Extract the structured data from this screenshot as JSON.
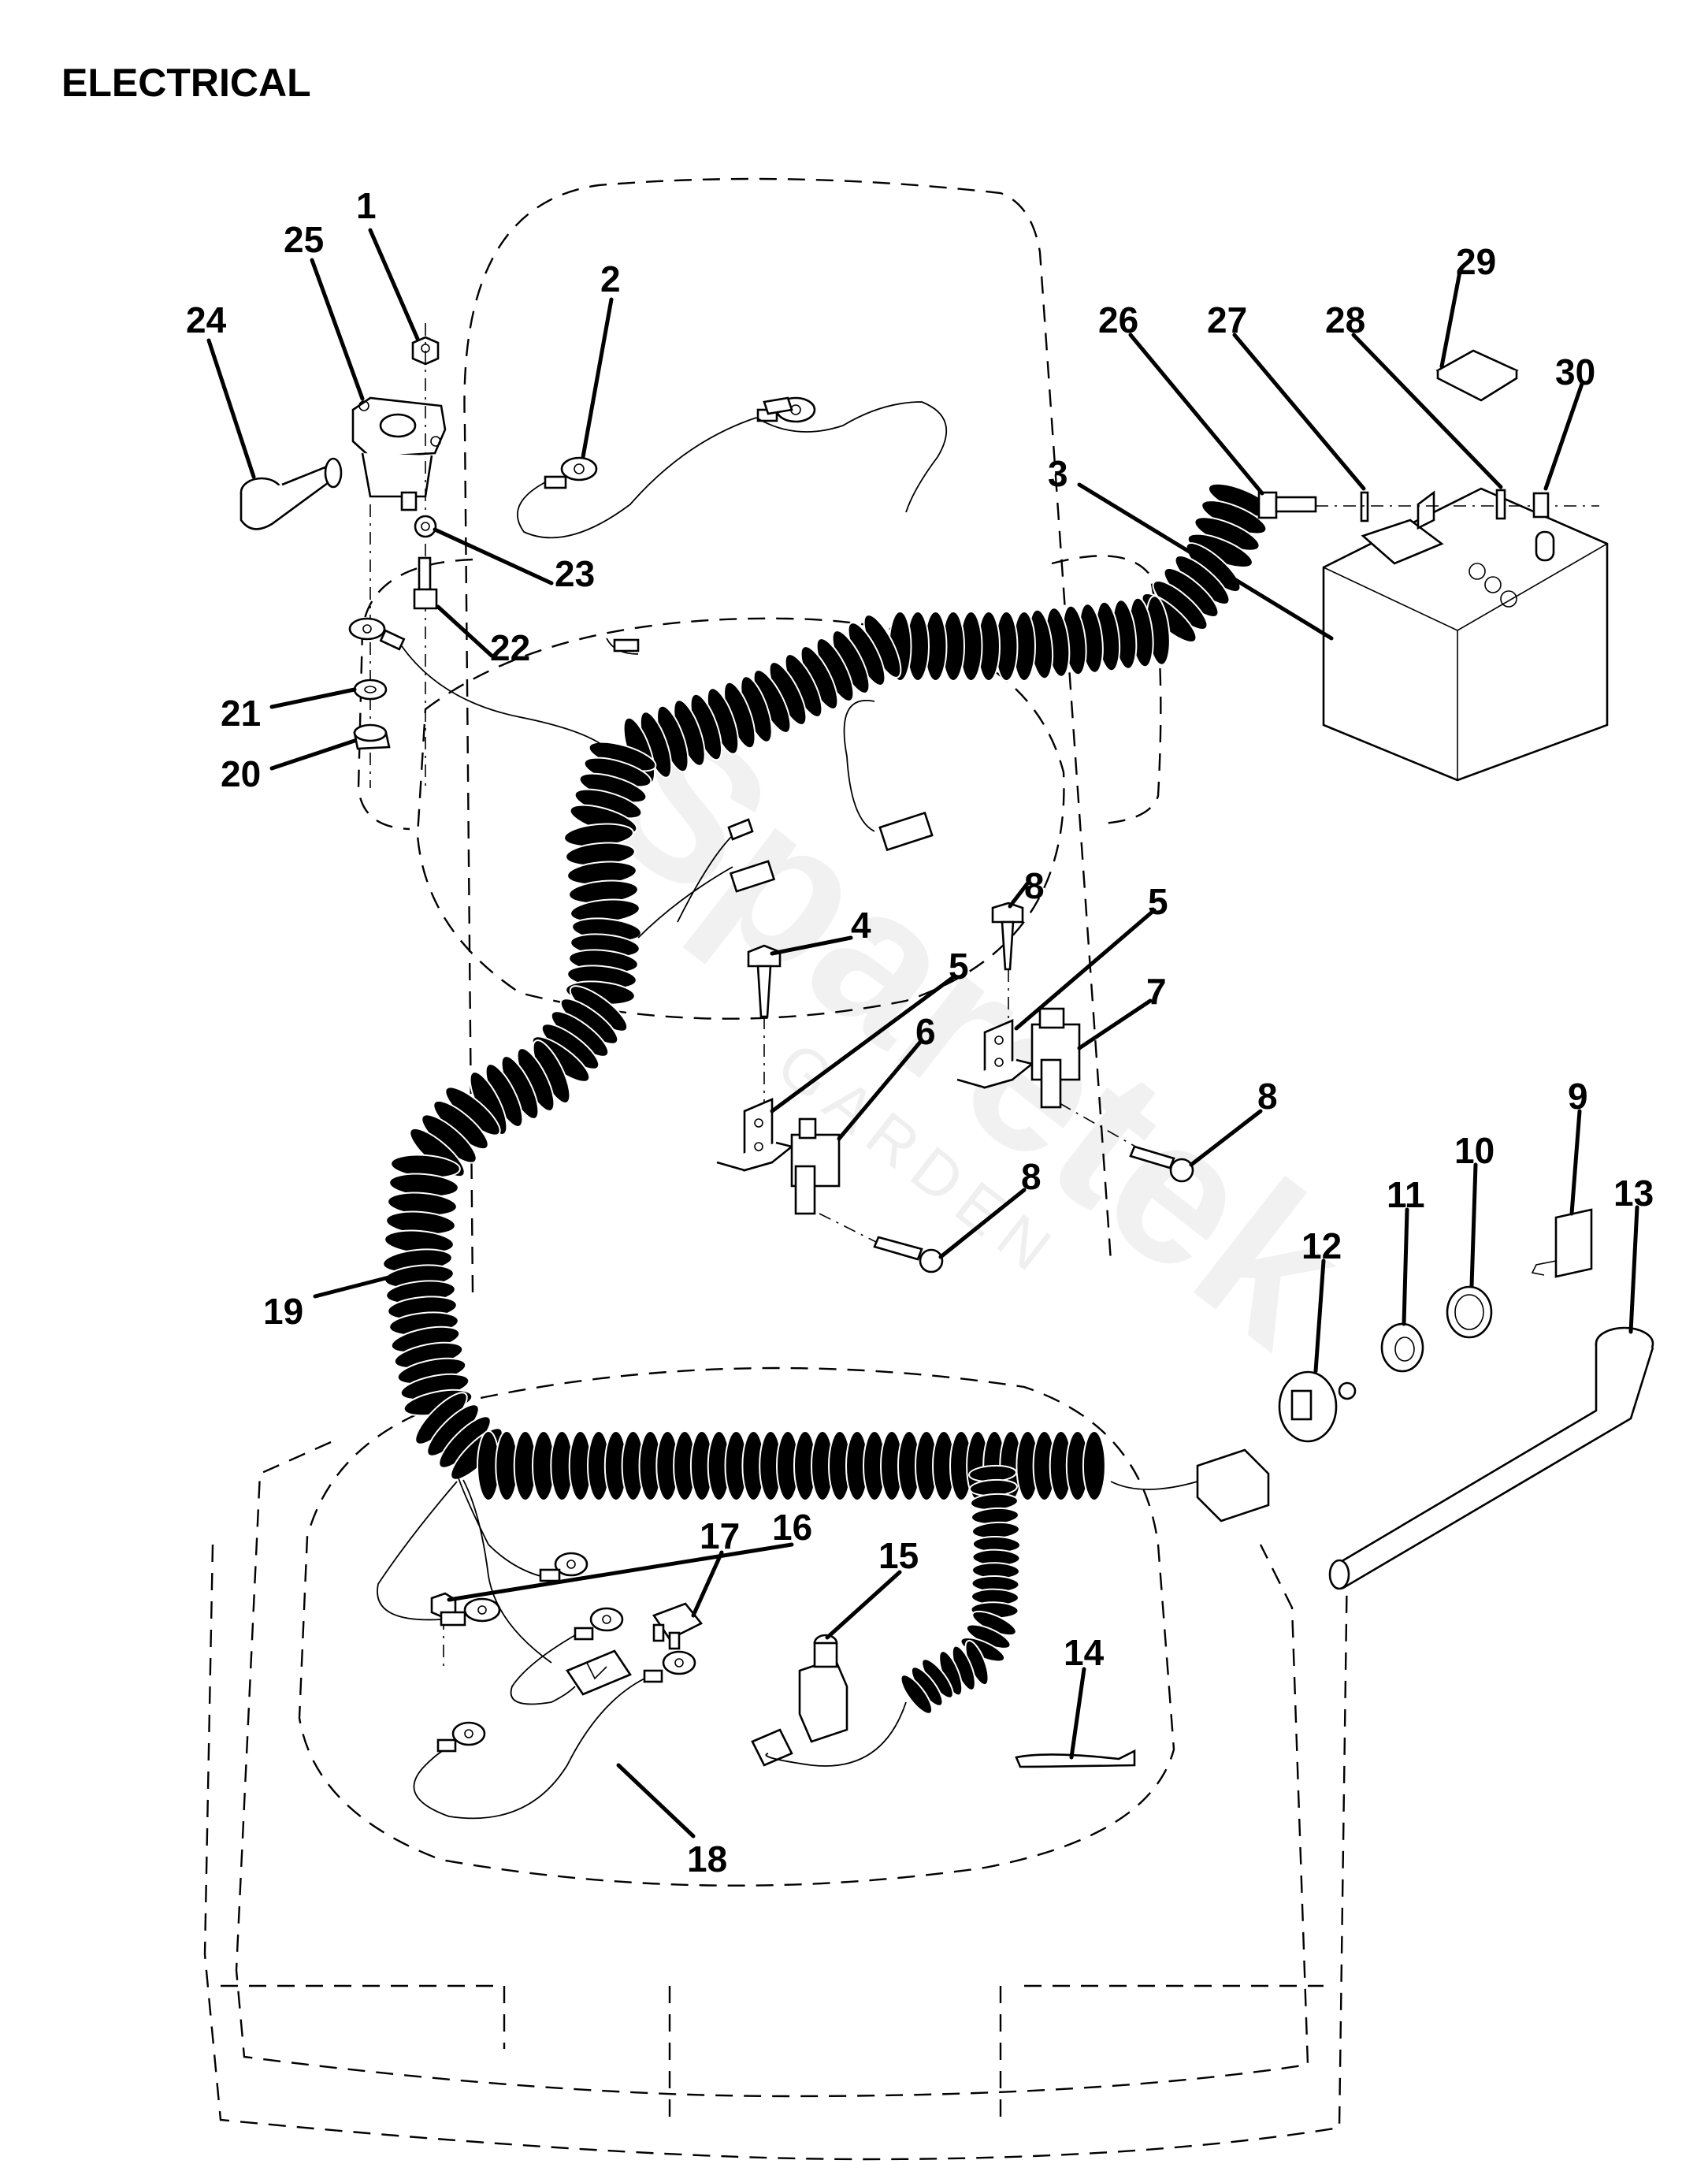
{
  "title": "ELECTRICAL",
  "watermark": {
    "brand": "Sparetek",
    "sub": "GARDEN"
  },
  "callouts": [
    {
      "id": "c1",
      "label": "1"
    },
    {
      "id": "c2",
      "label": "2"
    },
    {
      "id": "c3",
      "label": "3"
    },
    {
      "id": "c4",
      "label": "4"
    },
    {
      "id": "c5a",
      "label": "5"
    },
    {
      "id": "c5b",
      "label": "5"
    },
    {
      "id": "c6",
      "label": "6"
    },
    {
      "id": "c7",
      "label": "7"
    },
    {
      "id": "c8a",
      "label": "8"
    },
    {
      "id": "c8b",
      "label": "8"
    },
    {
      "id": "c8c",
      "label": "8"
    },
    {
      "id": "c9",
      "label": "9"
    },
    {
      "id": "c10",
      "label": "10"
    },
    {
      "id": "c11",
      "label": "11"
    },
    {
      "id": "c12",
      "label": "12"
    },
    {
      "id": "c13",
      "label": "13"
    },
    {
      "id": "c14",
      "label": "14"
    },
    {
      "id": "c15",
      "label": "15"
    },
    {
      "id": "c16",
      "label": "16"
    },
    {
      "id": "c17",
      "label": "17"
    },
    {
      "id": "c18",
      "label": "18"
    },
    {
      "id": "c19",
      "label": "19"
    },
    {
      "id": "c20",
      "label": "20"
    },
    {
      "id": "c21",
      "label": "21"
    },
    {
      "id": "c22",
      "label": "22"
    },
    {
      "id": "c23",
      "label": "23"
    },
    {
      "id": "c24",
      "label": "24"
    },
    {
      "id": "c25",
      "label": "25"
    },
    {
      "id": "c26",
      "label": "26"
    },
    {
      "id": "c27",
      "label": "27"
    },
    {
      "id": "c28",
      "label": "28"
    },
    {
      "id": "c29",
      "label": "29"
    },
    {
      "id": "c30",
      "label": "30"
    }
  ]
}
